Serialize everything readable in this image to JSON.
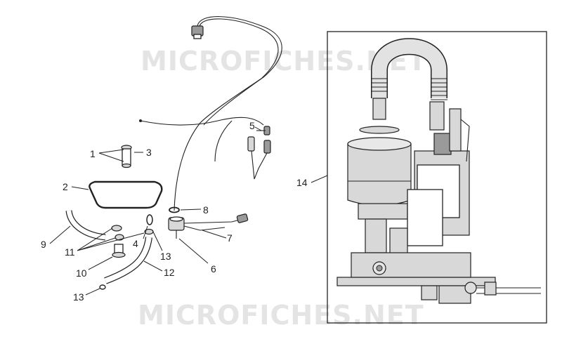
{
  "watermark": "MICROFICHES.NET",
  "callouts": [
    "1",
    "2",
    "3",
    "4",
    "5",
    "6",
    "7",
    "8",
    "9",
    "10",
    "11",
    "12",
    "13",
    "13",
    "14"
  ]
}
